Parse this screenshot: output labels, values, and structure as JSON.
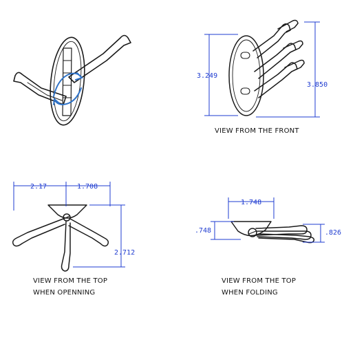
{
  "panels": {
    "front": {
      "caption": "VIEW FROM THE FRONT",
      "dim_left": "3.249",
      "dim_right": "3.850"
    },
    "top_open": {
      "caption_line1": "VIEW FROM THE TOP",
      "caption_line2": "WHEN OPENNING",
      "dim_left": "2.17",
      "dim_mid": "1.708",
      "dim_right": "2.712"
    },
    "top_folded": {
      "caption_line1": "VIEW FROM THE TOP",
      "caption_line2": "WHEN FOLDING",
      "dim_top": "1.748",
      "dim_left": ".748",
      "dim_right": ".826"
    }
  },
  "colors": {
    "dimension_lines": "#1e3bd0",
    "arrows": "#2f73c8",
    "drawing": "#1a1a1a"
  }
}
